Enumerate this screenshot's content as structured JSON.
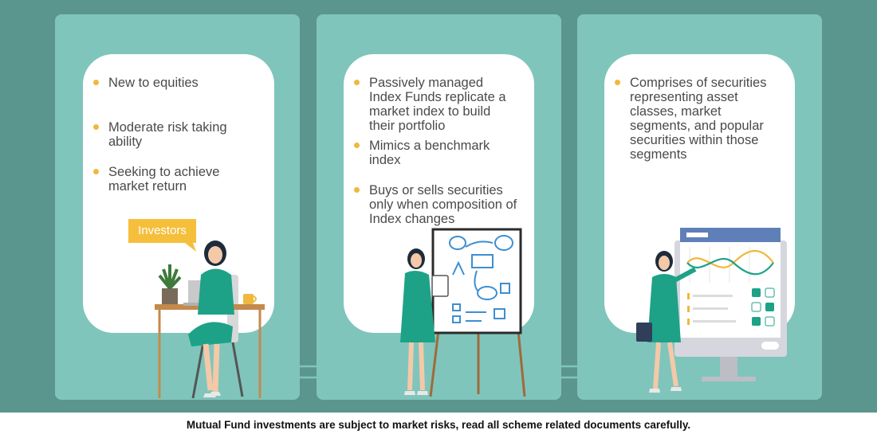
{
  "panels": [
    {
      "bullets": [
        "New to equities",
        "Moderate risk taking ability",
        "Seeking to achieve market return"
      ],
      "badge": "Investors"
    },
    {
      "bullets": [
        "Passively managed Index Funds replicate a market index to build their portfolio",
        "Mimics a benchmark index",
        "Buys or sells securities only when composition of Index changes"
      ]
    },
    {
      "bullets": [
        "Comprises of securities representing asset classes, market segments, and popular securities within those segments"
      ]
    }
  ],
  "disclaimer": "Mutual Fund investments are subject to market risks, read all scheme related documents carefully.",
  "colors": {
    "background": "#5a958e",
    "panel": "#7fc5bc",
    "bullet": "#f0b83c",
    "dress": "#1ea287",
    "badge": "#f5bf3c",
    "board_ink": "#3d8fd1"
  }
}
